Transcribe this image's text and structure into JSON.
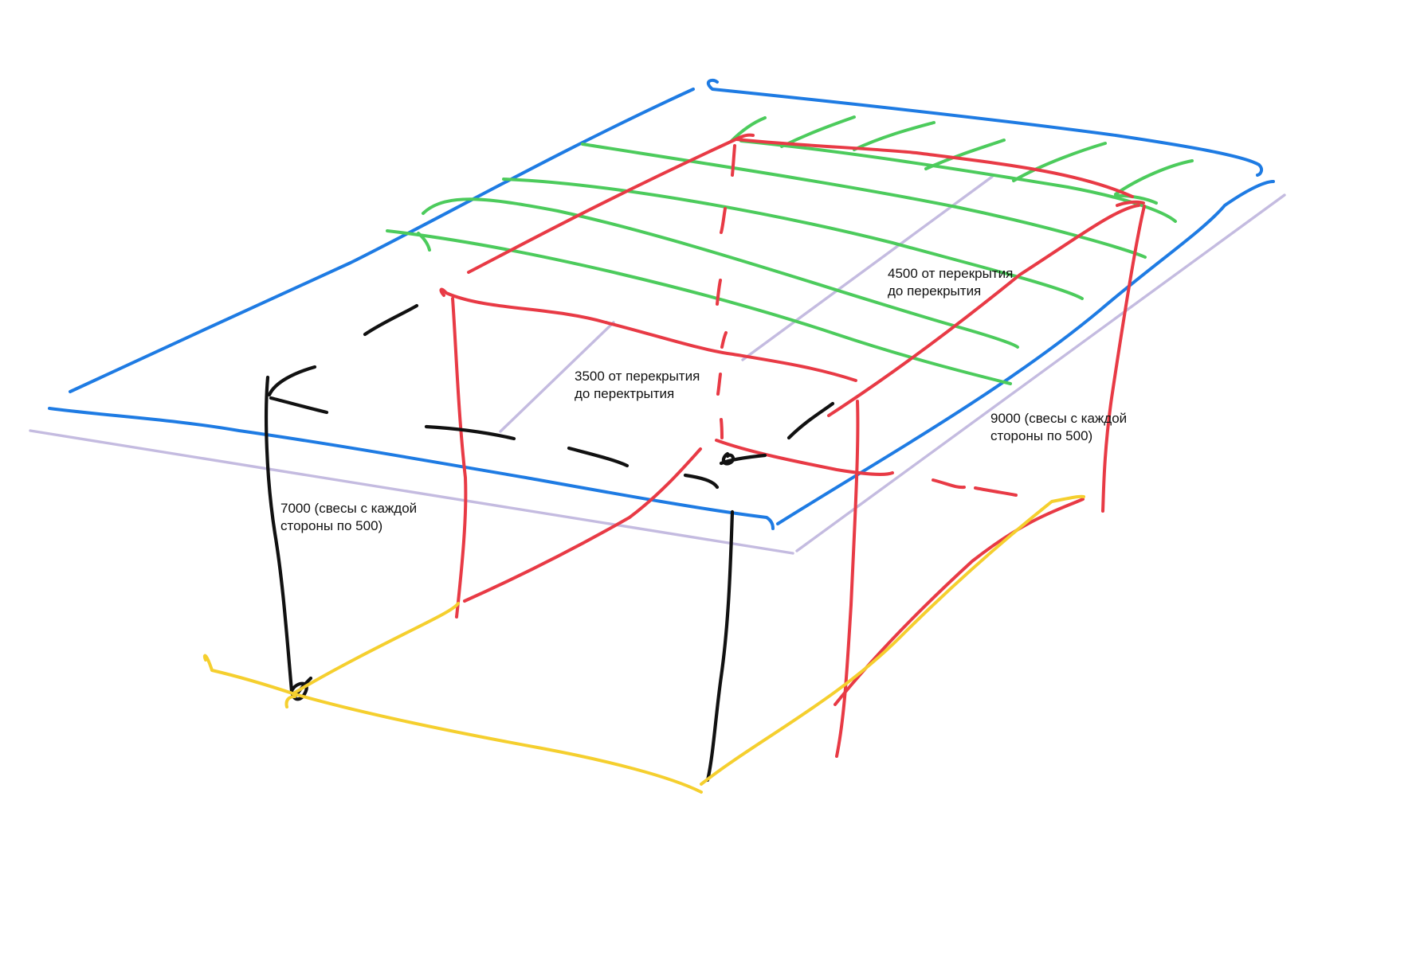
{
  "colors": {
    "roof_outline": "#1e7be3",
    "rafters": "#4ccb5c",
    "frame": "#e83a45",
    "posts": "#111111",
    "base": "#f5cf2e",
    "guides": "#c4bbe0"
  },
  "annotations": {
    "span_7000": {
      "line1": "7000 (свесы с каждой",
      "line2": "стороны по 500)"
    },
    "height_3500": {
      "line1": "3500 от перекрытия",
      "line2": "до перектрытия"
    },
    "height_4500": {
      "line1": "4500  от перекрытия",
      "line2": "до перекрытия"
    },
    "span_9000": {
      "line1": "9000 (свесы с каждой",
      "line2": "стороны по 500)"
    }
  }
}
